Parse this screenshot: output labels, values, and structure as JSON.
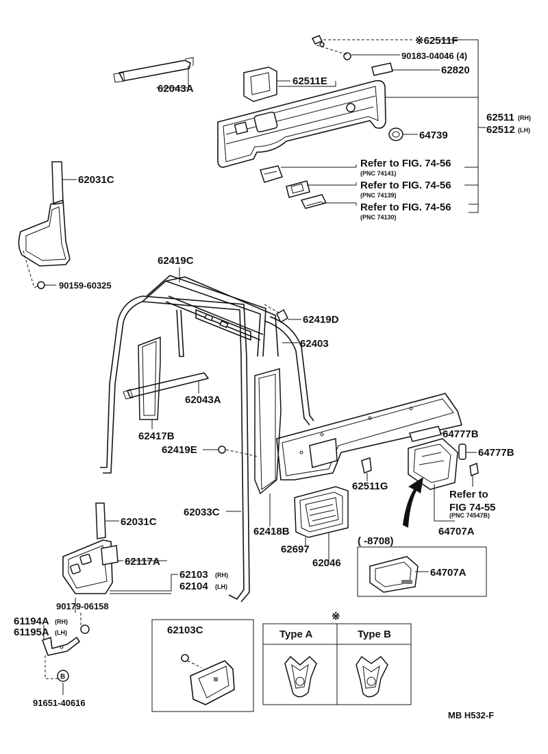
{
  "labels": {
    "p62511F": "※62511F",
    "p90183": "90183-04046 (4)",
    "p62820": "62820",
    "p62043A_top": "62043A",
    "p62511E": "62511E",
    "p62511": "62511",
    "p62512": "62512",
    "rh": "(RH)",
    "lh": "(LH)",
    "p64739": "64739",
    "p62031C_top": "62031C",
    "ref1": "Refer to FIG. 74-56",
    "pnc1": "(PNC 74141)",
    "ref2": "Refer to FIG. 74-56",
    "pnc2": "(PNC 74139)",
    "ref3": "Refer to FIG. 74-56",
    "pnc3": "(PNC 74130)",
    "p90159": "90159-60325",
    "p62419C": "62419C",
    "p62419D": "62419D",
    "p62403": "62403",
    "p62043A_mid": "62043A",
    "p62417B": "62417B",
    "p62419E": "62419E",
    "p64777B_a": "64777B",
    "p64777B_b": "64777B",
    "p62511G": "62511G",
    "ref4a": "Refer to",
    "ref4b": "FIG 74-55",
    "pnc4": "(PNC 74547B)",
    "p62033C": "62033C",
    "p62418B": "62418B",
    "p62697": "62697",
    "p62046": "62046",
    "p64707A_a": "64707A",
    "p8708": "(      -8708)",
    "p64707A_b": "64707A",
    "p62031C_low": "62031C",
    "p62117A": "62117A",
    "p62103": "62103",
    "p62104": "62104",
    "p90179": "90179-06158",
    "p61194A": "61194A",
    "p61195A": "61195A",
    "p91651": "91651-40616",
    "circleB": "B",
    "p62103C": "62103C",
    "asterisk": "※",
    "typeA": "Type A",
    "typeB": "Type B",
    "code": "MB  H532-F"
  }
}
